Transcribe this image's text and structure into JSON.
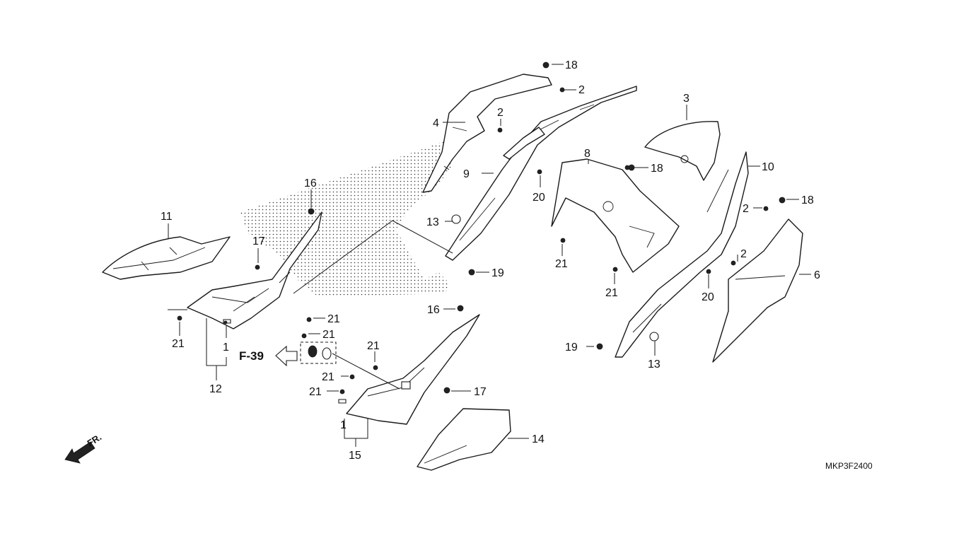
{
  "diagram": {
    "drawing_code": "MKP3F2400",
    "reference_label": "F-39",
    "front_label": "FR.",
    "callouts": {
      "c1": "1",
      "c1b": "1",
      "c2a": "2",
      "c2b": "2",
      "c2c": "2",
      "c2d": "2",
      "c3": "3",
      "c4": "4",
      "c6": "6",
      "c8": "8",
      "c9": "9",
      "c10": "10",
      "c11": "11",
      "c12": "12",
      "c13a": "13",
      "c13b": "13",
      "c14": "14",
      "c15": "15",
      "c16a": "16",
      "c16b": "16",
      "c17a": "17",
      "c17b": "17",
      "c18a": "18",
      "c18b": "18",
      "c18c": "18",
      "c19a": "19",
      "c19b": "19",
      "c20a": "20",
      "c20b": "20",
      "c21a": "21",
      "c21b": "21",
      "c21c": "21",
      "c21d": "21",
      "c21e": "21",
      "c21f": "21",
      "c21g": "21",
      "c21h": "21"
    }
  }
}
